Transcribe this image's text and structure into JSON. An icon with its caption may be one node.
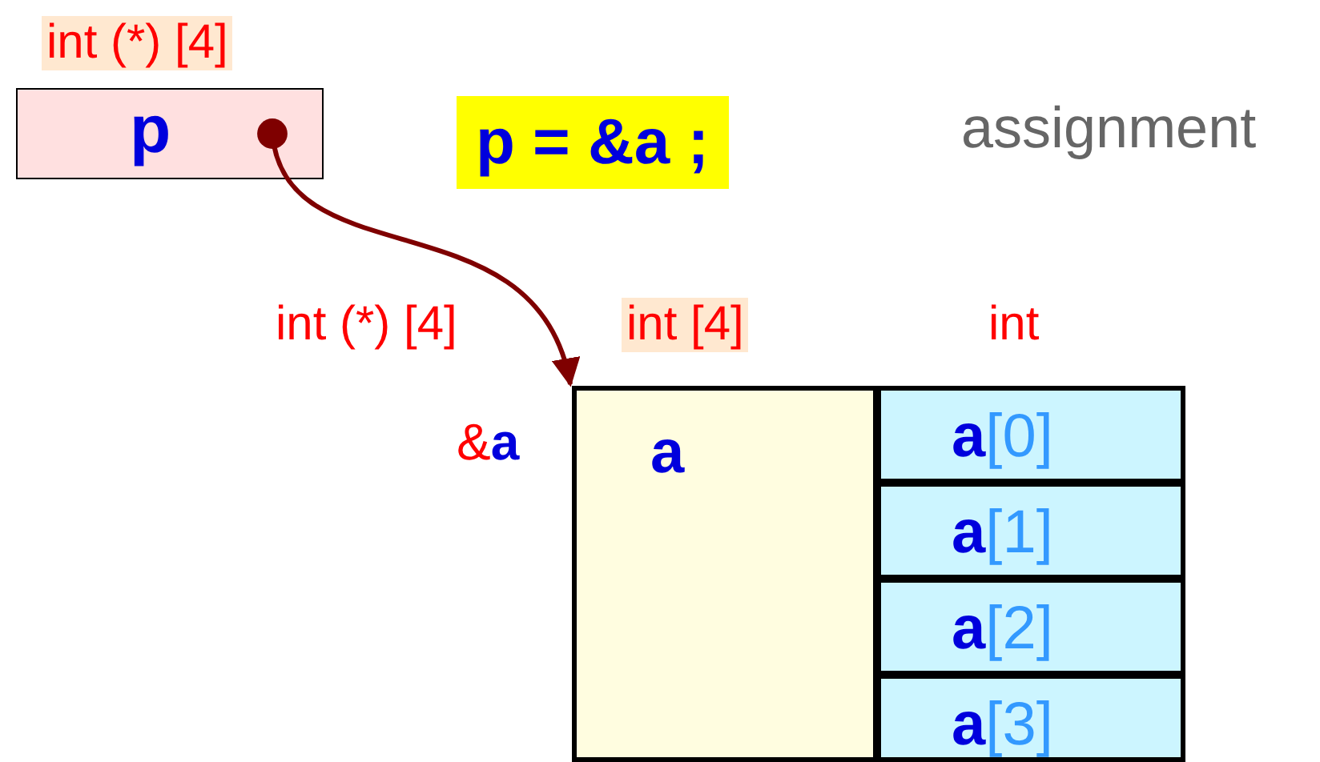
{
  "diagram": {
    "nodes": [
      {
        "text": [
          "p"
        ],
        "beside": [
          "int (*) [4]"
        ]
      },
      {
        "text": [
          "a"
        ],
        "beside": [
          "int [4]"
        ]
      },
      {
        "text": [
          "**a**[0]"
        ]
      },
      {
        "text": [
          "**a**[1]"
        ]
      },
      {
        "text": [
          "**a**[2]"
        ]
      },
      {
        "text": [
          "**a**[3]"
        ]
      }
    ],
    "edges": [
      {
        "from": 0,
        "to": 1,
        "arrow": "to"
      }
    ],
    "labels": [
      "p = &a ;",
      "assignment",
      "int (*) [4]",
      "int",
      "&**a**"
    ]
  }
}
